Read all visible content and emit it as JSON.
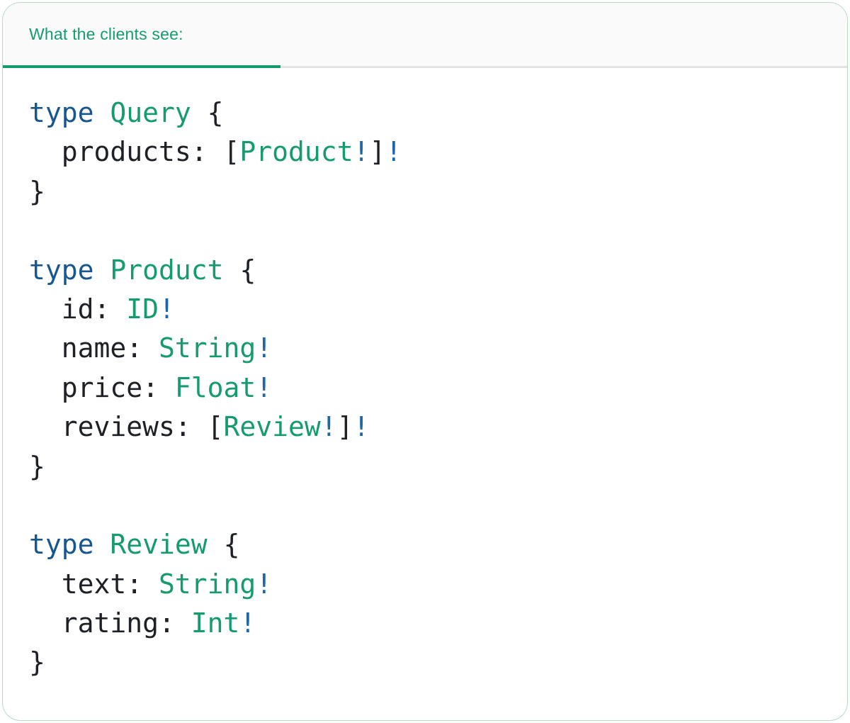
{
  "colors": {
    "green": "#169b6f",
    "blue": "#17568f",
    "bang_blue": "#1d66a7",
    "dark": "#1d2126",
    "card_border": "#b8d9c4",
    "divider": "#e3e3e3",
    "tabbar_bg": "#fafafa",
    "background": "#ffffff"
  },
  "tabbar": {
    "active_tab_label": "What the clients see:"
  },
  "code": {
    "language": "graphql",
    "raw": "type Query {\n  products: [Product!]!\n}\n\ntype Product {\n  id: ID!\n  name: String!\n  price: Float!\n  reviews: [Review!]!\n}\n\ntype Review {\n  text: String!\n  rating: Int!\n}",
    "lines": [
      [
        {
          "t": "type",
          "c": "keyword"
        },
        {
          "t": " ",
          "c": "plain"
        },
        {
          "t": "Query",
          "c": "type"
        },
        {
          "t": " {",
          "c": "plain"
        }
      ],
      [
        {
          "t": "  products: [",
          "c": "plain"
        },
        {
          "t": "Product",
          "c": "type"
        },
        {
          "t": "!",
          "c": "bang"
        },
        {
          "t": "]",
          "c": "plain"
        },
        {
          "t": "!",
          "c": "bang"
        }
      ],
      [
        {
          "t": "}",
          "c": "plain"
        }
      ],
      [],
      [
        {
          "t": "type",
          "c": "keyword"
        },
        {
          "t": " ",
          "c": "plain"
        },
        {
          "t": "Product",
          "c": "type"
        },
        {
          "t": " {",
          "c": "plain"
        }
      ],
      [
        {
          "t": "  id: ",
          "c": "plain"
        },
        {
          "t": "ID",
          "c": "type"
        },
        {
          "t": "!",
          "c": "bang"
        }
      ],
      [
        {
          "t": "  name: ",
          "c": "plain"
        },
        {
          "t": "String",
          "c": "type"
        },
        {
          "t": "!",
          "c": "bang"
        }
      ],
      [
        {
          "t": "  price: ",
          "c": "plain"
        },
        {
          "t": "Float",
          "c": "type"
        },
        {
          "t": "!",
          "c": "bang"
        }
      ],
      [
        {
          "t": "  reviews: [",
          "c": "plain"
        },
        {
          "t": "Review",
          "c": "type"
        },
        {
          "t": "!",
          "c": "bang"
        },
        {
          "t": "]",
          "c": "plain"
        },
        {
          "t": "!",
          "c": "bang"
        }
      ],
      [
        {
          "t": "}",
          "c": "plain"
        }
      ],
      [],
      [
        {
          "t": "type",
          "c": "keyword"
        },
        {
          "t": " ",
          "c": "plain"
        },
        {
          "t": "Review",
          "c": "type"
        },
        {
          "t": " {",
          "c": "plain"
        }
      ],
      [
        {
          "t": "  text: ",
          "c": "plain"
        },
        {
          "t": "String",
          "c": "type"
        },
        {
          "t": "!",
          "c": "bang"
        }
      ],
      [
        {
          "t": "  rating: ",
          "c": "plain"
        },
        {
          "t": "Int",
          "c": "type"
        },
        {
          "t": "!",
          "c": "bang"
        }
      ],
      [
        {
          "t": "}",
          "c": "plain"
        }
      ]
    ]
  }
}
